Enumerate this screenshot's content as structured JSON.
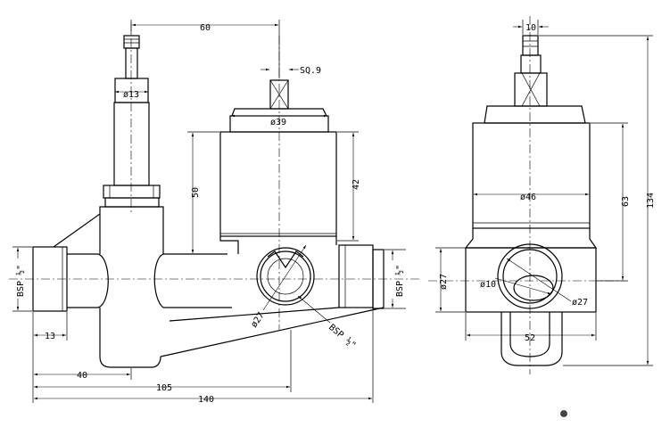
{
  "drawing": {
    "side_view": {
      "dim_60": "60",
      "dim_sq9": "SQ.9",
      "dim_d13": "ø13",
      "dim_d39": "ø39",
      "dim_50": "50",
      "dim_42": "42",
      "dim_bsp_left": "BSP ½\"",
      "dim_bsp_right": "BSP ½\"",
      "dim_13": "13",
      "dim_d27": "ø27",
      "dim_bsp_bottom": "BSP ½\"",
      "dim_40": "40",
      "dim_105": "105",
      "dim_140": "140"
    },
    "front_view": {
      "dim_10": "10",
      "dim_d46": "ø46",
      "dim_63": "63",
      "dim_134": "134",
      "dim_d27_left": "ø27",
      "dim_d10": "ø10",
      "dim_d27_right": "ø27",
      "dim_52": "52"
    }
  }
}
